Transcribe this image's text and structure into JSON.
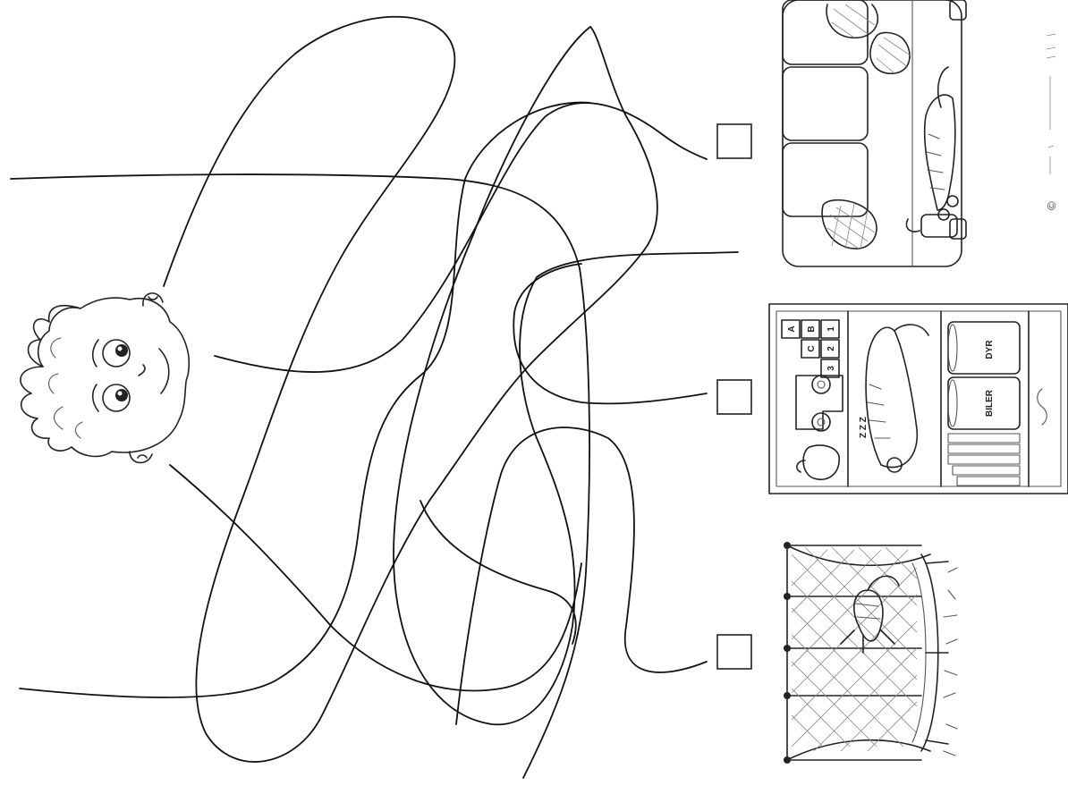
{
  "worksheet": {
    "labels": {
      "block_a": "A",
      "block_b": "B",
      "block_c": "C",
      "block_1": "1",
      "block_2": "2",
      "block_3": "3",
      "box_dyr": "DYR",
      "box_biler": "BILER",
      "sleep_z": "Z Z Z"
    },
    "answer_boxes": [
      "sofa",
      "shelf",
      "trampoline"
    ],
    "copyright": "©"
  }
}
